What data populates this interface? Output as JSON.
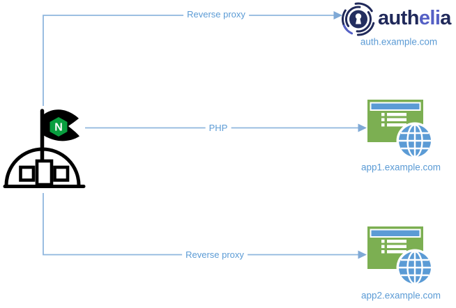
{
  "diagram": {
    "nodes": {
      "nginx": {
        "name": "nginx reverse proxy server",
        "flag_letter": "N"
      },
      "authelia": {
        "wordmark": [
          {
            "text": "auth"
          },
          {
            "text": "eli"
          },
          {
            "text": "a"
          }
        ],
        "domain": "auth.example.com"
      },
      "app1": {
        "domain": "app1.example.com"
      },
      "app2": {
        "domain": "app2.example.com"
      }
    },
    "connections": [
      {
        "label": "Reverse proxy",
        "from": "nginx",
        "to": "auth.example.com"
      },
      {
        "label": "PHP",
        "from": "nginx",
        "to": "app1.example.com"
      },
      {
        "label": "Reverse proxy",
        "from": "nginx",
        "to": "app2.example.com"
      }
    ],
    "colors": {
      "connector_line": "#8fb6de",
      "arrowhead": "#7fa9d6",
      "edge_label_text": "#5b9bd5",
      "domain_label_text": "#5b9bd5",
      "authelia_navy": "#20295a",
      "authelia_indigo": "#5560c5",
      "nginx_green": "#089e3e",
      "webapp_green": "#7caf52",
      "webapp_blue": "#5b9bd5",
      "icon_outline_black": "#000000"
    }
  }
}
